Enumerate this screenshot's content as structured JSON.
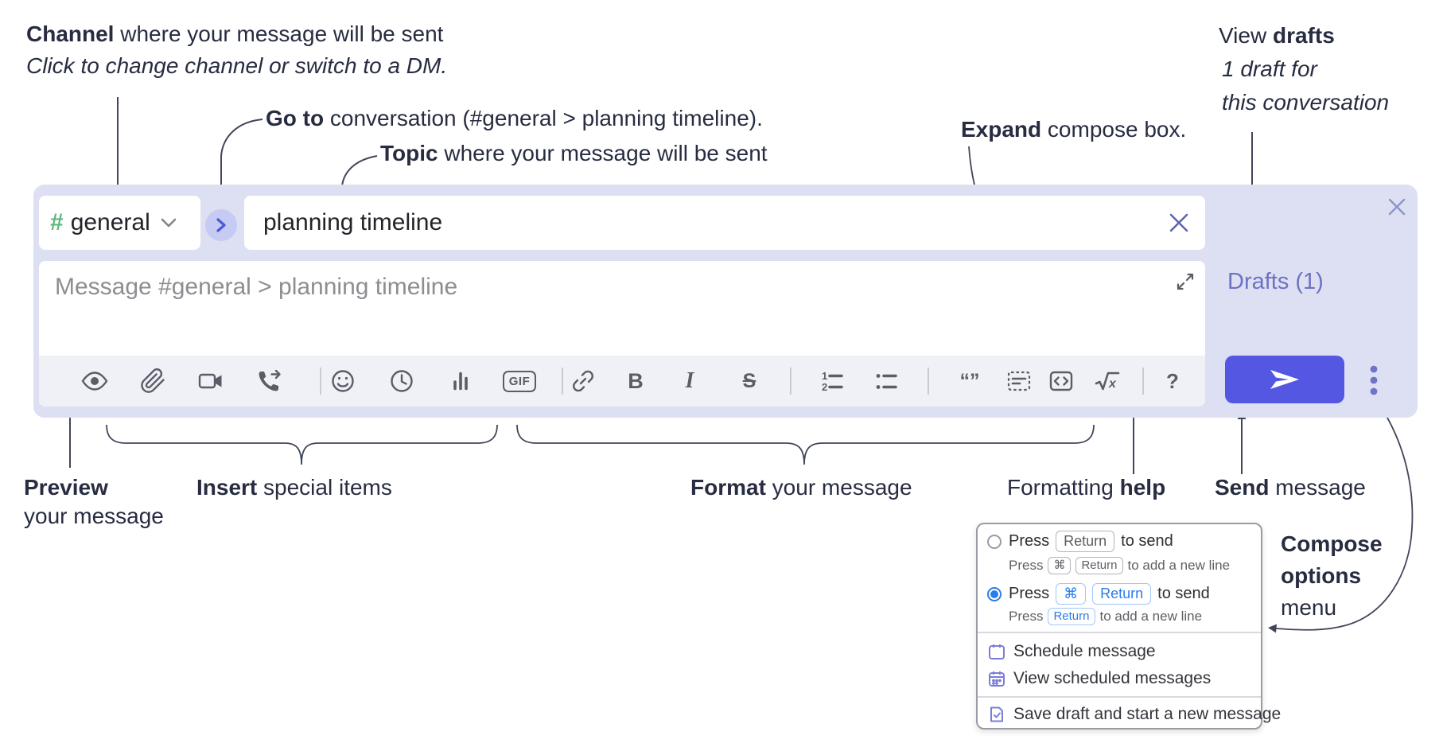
{
  "annotations": {
    "channel": {
      "bold": "Channel",
      "rest": " where your message will be sent",
      "sub": "Click to change channel or switch to a DM."
    },
    "goto": {
      "bold": "Go to",
      "rest": " conversation (#general > planning timeline)."
    },
    "topic": {
      "bold": "Topic",
      "rest": " where your message will be sent"
    },
    "expand": {
      "bold": "Expand",
      "rest": " compose box."
    },
    "view_drafts": {
      "pre": "View ",
      "bold": "drafts",
      "sub1": "1 draft for",
      "sub2": "this conversation"
    },
    "preview": {
      "bold": "Preview",
      "sub": "your message"
    },
    "insert": {
      "bold": "Insert",
      "rest": " special items"
    },
    "format": {
      "bold": "Format",
      "rest": " your message"
    },
    "formatting_help": {
      "pre": "Formatting ",
      "bold": "help"
    },
    "send": {
      "bold": "Send",
      "rest": " message"
    },
    "compose_options": {
      "line1": "Compose",
      "line2": "options",
      "line3": "menu"
    }
  },
  "composer": {
    "channel_selector": {
      "hash": "#",
      "name": "general"
    },
    "topic_input": {
      "value": "planning timeline"
    },
    "message_input": {
      "placeholder": "Message #general > planning timeline"
    },
    "drafts_link": "Drafts (1)",
    "toolbar": {
      "bold_glyph": "B",
      "italic_glyph": "I",
      "strike_glyph": "S",
      "gif_label": "GIF",
      "quote_glyph": "“”",
      "math_x": "x",
      "help_glyph": "?",
      "icon_names": [
        "preview-eye",
        "attach-paperclip",
        "video",
        "phone-forward",
        "emoji",
        "clock",
        "poll-bar-chart",
        "gif",
        "link",
        "bold",
        "italic",
        "strikethrough",
        "ordered-list",
        "bulleted-list",
        "blockquote",
        "snippet",
        "code-block",
        "math",
        "help"
      ]
    },
    "accent_colors": {
      "lavender_bg": "#dde0f2",
      "send_button": "#5457e2",
      "drafts_link": "#6d72c5",
      "channel_hash_green": "#5cb87e",
      "keycap_blue": "#2b7de9"
    }
  },
  "popup": {
    "option1": {
      "label_pre": "Press",
      "key1": "Return",
      "label_post": "to send",
      "sub_pre": "Press",
      "sub_key1": "⌘",
      "sub_key2": "Return",
      "sub_post": "to add a new line"
    },
    "option2": {
      "label_pre": "Press",
      "key1": "⌘",
      "key2": "Return",
      "label_post": "to send",
      "sub_pre": "Press",
      "sub_key1": "Return",
      "sub_post": "to add a new line"
    },
    "items": [
      {
        "label": "Schedule message"
      },
      {
        "label": "View scheduled messages"
      },
      {
        "label": "Save draft and start a new message"
      }
    ]
  }
}
